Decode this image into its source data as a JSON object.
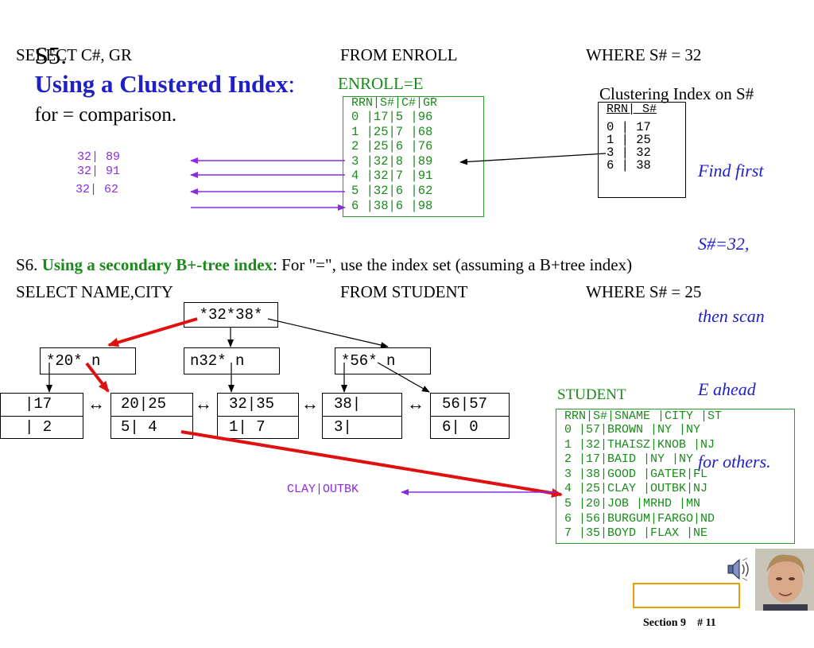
{
  "s5": {
    "label": "S5.",
    "title": "Using a Clustered Index",
    "colon": ":",
    "subtitle": "for = comparison.",
    "query": {
      "select": "SELECT C#, GR",
      "from": "FROM ENROLL",
      "where": "WHERE S# = 32"
    },
    "table_title": "ENROLL=E",
    "table_header": "RRN|S#|C#|GR",
    "table_rows": [
      "0  |17|5 |96",
      "1  |25|7 |68",
      "2  |25|6 |76",
      "3  |32|8 |89",
      "4  |32|7 |91",
      "5  |32|6 |62",
      "6  |38|6 |98"
    ],
    "results": [
      "32| 89",
      "32| 91",
      "32| 62"
    ],
    "index_title": "Clustering Index on S#",
    "index_header": "RRN| S#",
    "index_rows": [
      "0  | 17",
      "1  | 25",
      "3  | 32",
      "6  | 38"
    ],
    "note": [
      "Find first",
      "S#=32,",
      "then scan",
      "E ahead",
      "for others."
    ]
  },
  "s6": {
    "label": "S6.",
    "title": "Using a secondary B+-tree index",
    "rest": ": For \"=\", use the index set (assuming a B+tree index)",
    "query": {
      "select": "SELECT NAME,CITY",
      "from": "FROM STUDENT",
      "where": "WHERE S# = 25"
    },
    "root": "*32*38*",
    "internal": [
      "*20*  n",
      "n32*  n",
      "*56*  n"
    ],
    "leaves": [
      {
        "top": "  |17",
        "bottom": "  | 2"
      },
      {
        "top": "20|25",
        "bottom": " 5| 4"
      },
      {
        "top": "32|35",
        "bottom": " 1| 7"
      },
      {
        "top": "38|",
        "bottom": " 3|"
      },
      {
        "top": "56|57",
        "bottom": " 6| 0"
      }
    ],
    "leaf_link": "↔",
    "student_title": "STUDENT",
    "student_header": "RRN|S#|SNAME |CITY |ST",
    "student_rows": [
      "0  |57|BROWN |NY   |NY",
      "1  |32|THAISZ|KNOB |NJ",
      "2  |17|BAID  |NY   |NY",
      "3  |38|GOOD  |GATER|FL",
      "4  |25|CLAY  |OUTBK|NJ",
      "5  |20|JOB   |MRHD |MN",
      "6  |56|BURGUM|FARGO|ND",
      "7  |35|BOYD  |FLAX |NE"
    ],
    "result": "CLAY|OUTBK"
  },
  "footer": {
    "section": "Section 9",
    "page": "# 11"
  },
  "icons": {
    "speaker": "speaker-icon",
    "presenter": "presenter-photo"
  },
  "colors": {
    "title_blue": "#2020c8",
    "green": "#1a8a1a",
    "purple": "#8a2be2",
    "red": "#e01010"
  }
}
